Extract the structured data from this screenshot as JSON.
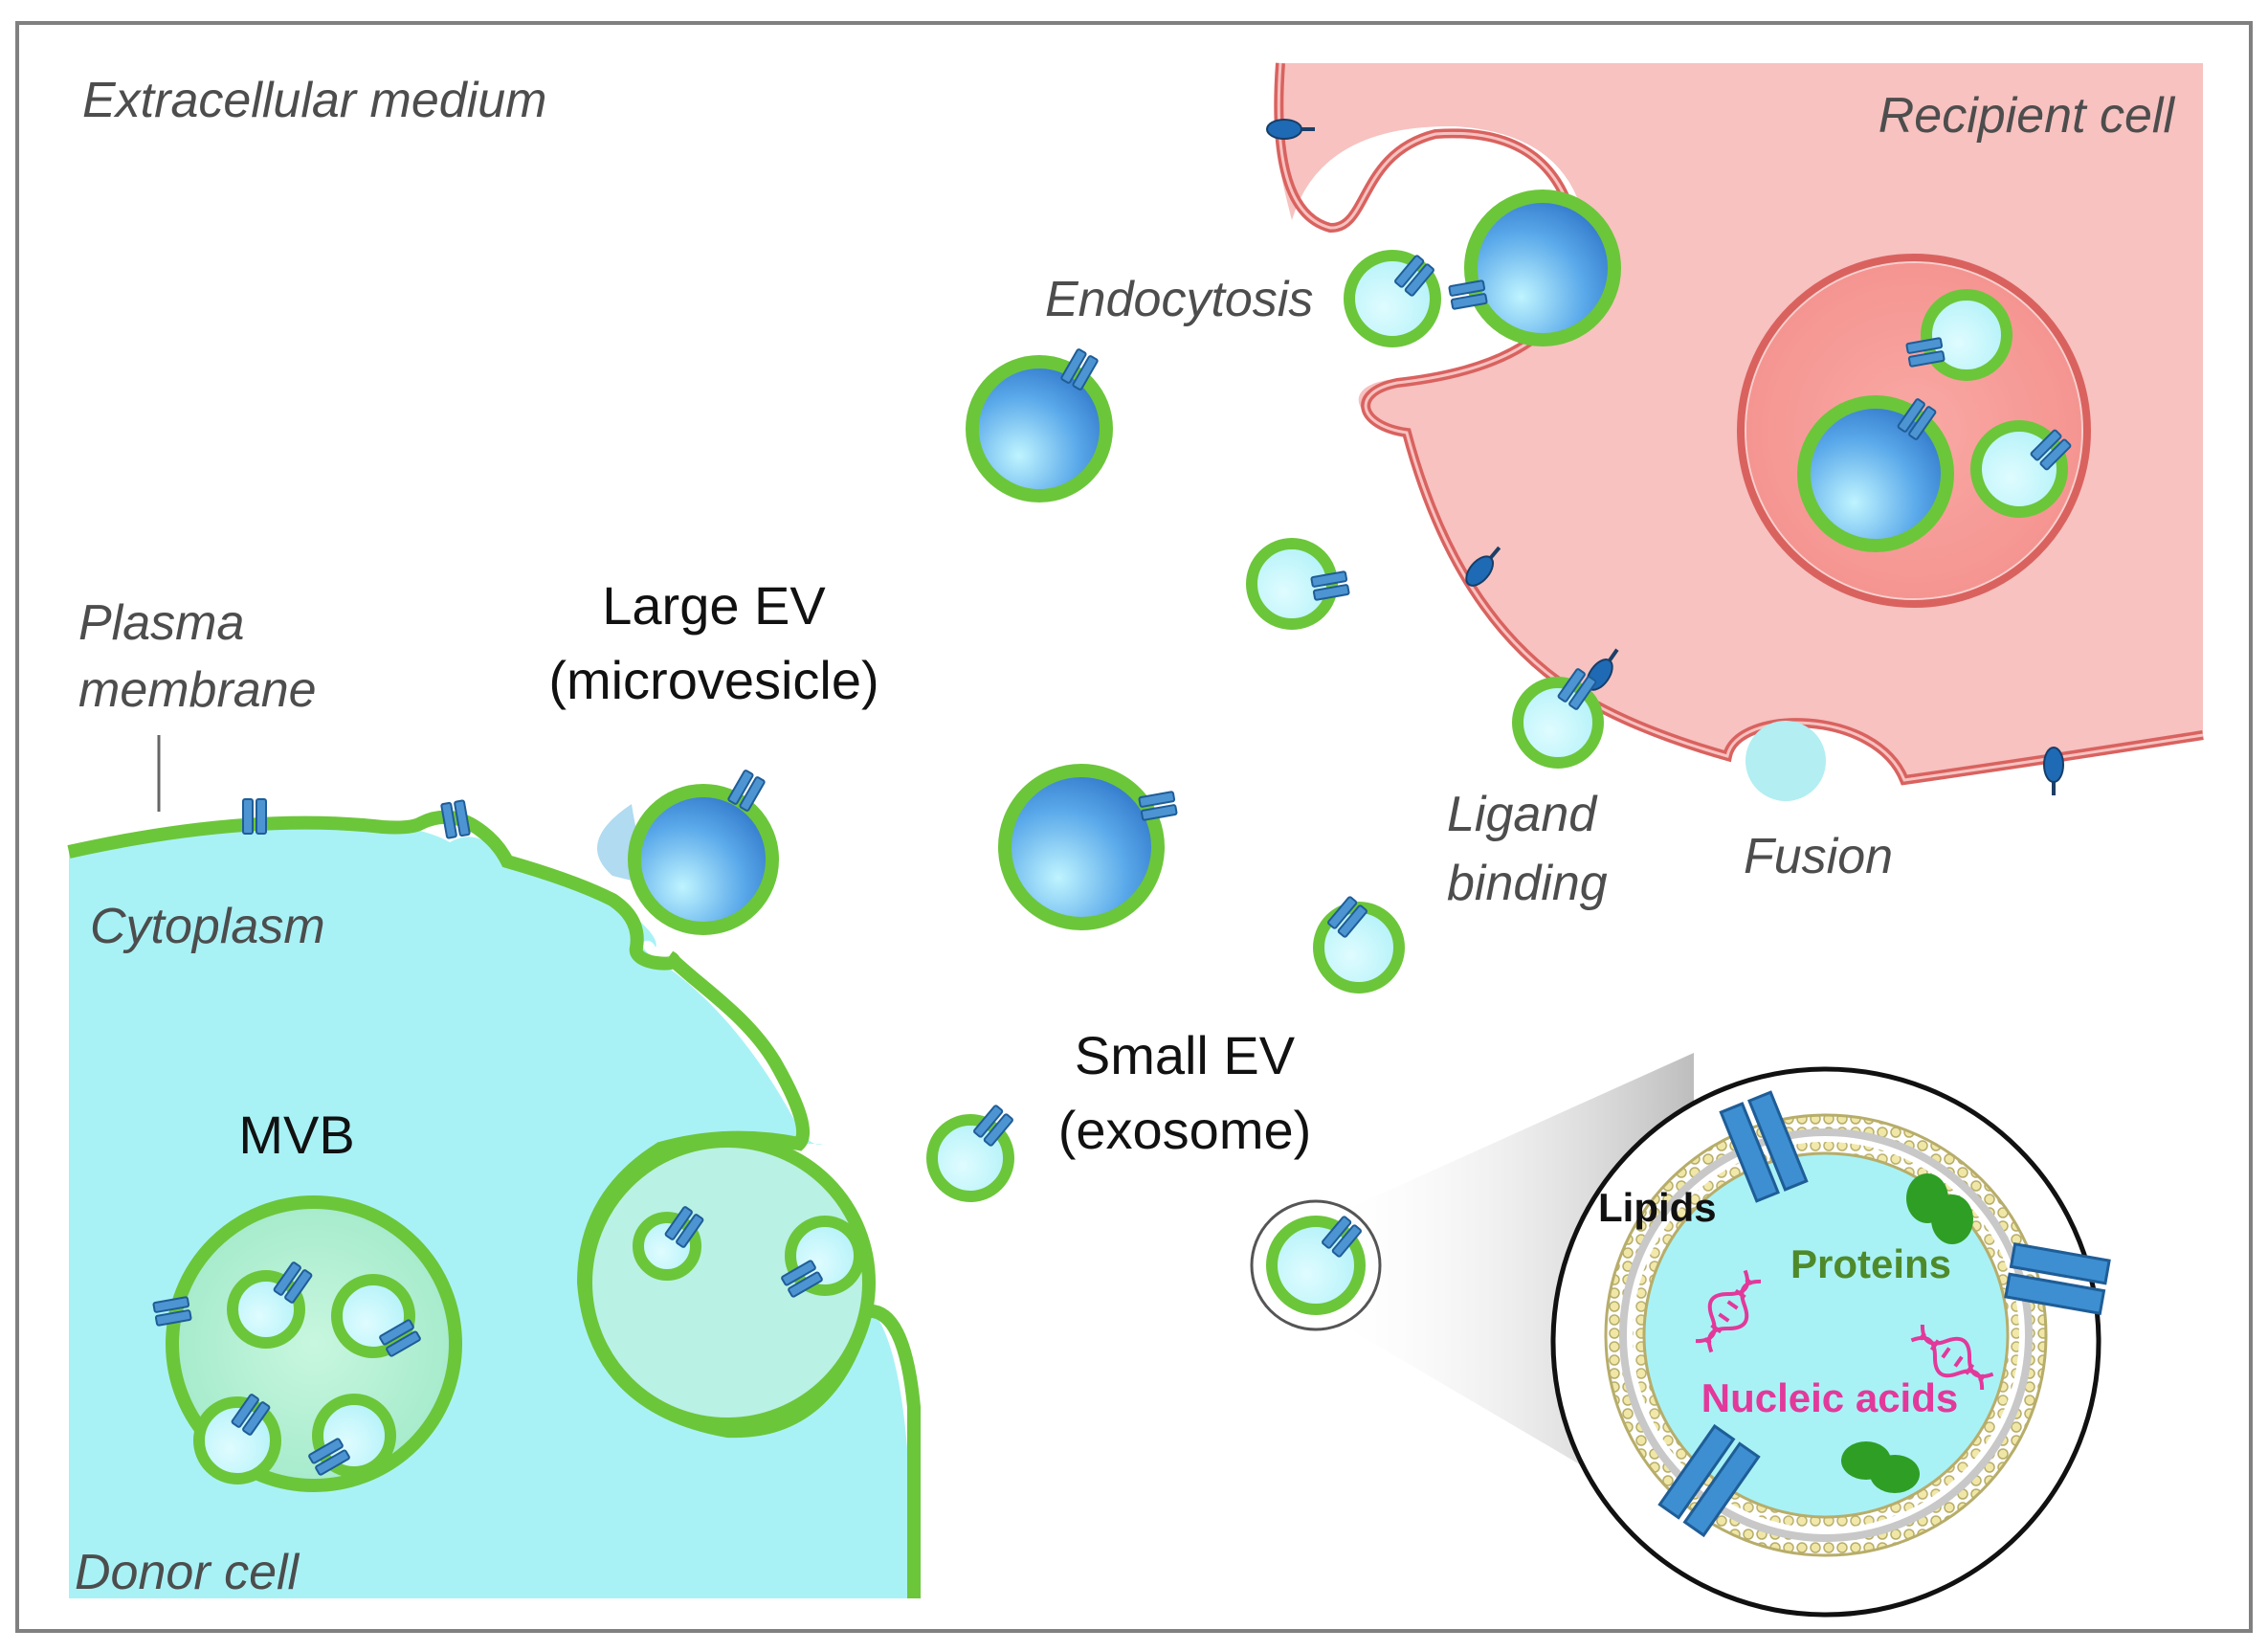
{
  "labels": {
    "extracellular": "Extracellular medium",
    "recipient": "Recipient cell",
    "endocytosis": "Endocytosis",
    "plasma_line1": "Plasma",
    "plasma_line2": "membrane",
    "large_ev_line1": "Large EV",
    "large_ev_line2": "(microvesicle)",
    "cytoplasm": "Cytoplasm",
    "mvb": "MVB",
    "donor": "Donor cell",
    "ligand_line1": "Ligand",
    "ligand_line2": "binding",
    "fusion": "Fusion",
    "small_ev_line1": "Small EV",
    "small_ev_line2": "(exosome)",
    "lipids": "Lipids",
    "proteins": "Proteins",
    "nucleic": "Nucleic acids"
  },
  "colors": {
    "membrane_green": "#6cc63a",
    "cytoplasm_cyan": "#a8f2f6",
    "recipient_pink": "#f7c2c0",
    "recipient_membrane": "#d9625f",
    "ev_blue": "#2f86d6",
    "protein_green": "#2f9e25",
    "nucleic_magenta": "#e2399b",
    "receptor_blue": "#3d8fd1",
    "ligand_navy": "#1e4f86"
  }
}
